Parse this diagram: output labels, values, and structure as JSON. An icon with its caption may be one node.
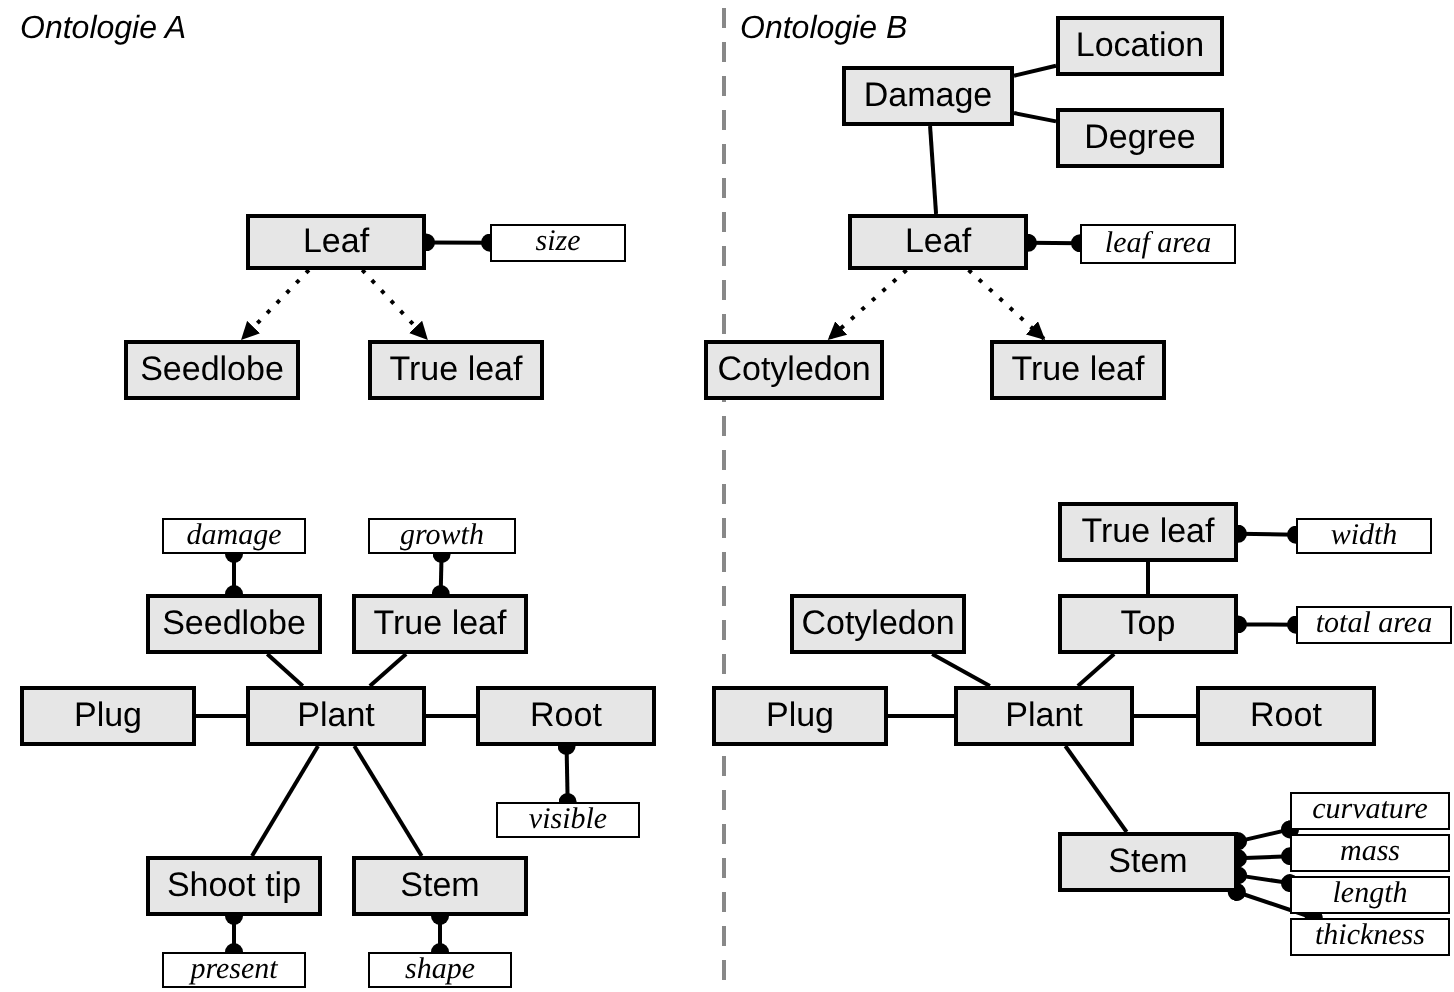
{
  "diagram": {
    "nodes": [
      {
        "text": [
          "Damage"
        ]
      },
      {
        "text": [
          "Location"
        ]
      },
      {
        "text": [
          "Degree"
        ]
      },
      {
        "text": [
          "Leaf"
        ]
      },
      {
        "text": [
          "size"
        ]
      },
      {
        "text": [
          "Leaf"
        ]
      },
      {
        "text": [
          "leaf area"
        ]
      },
      {
        "text": [
          "Seedlobe"
        ]
      },
      {
        "text": [
          "True leaf"
        ]
      },
      {
        "text": [
          "Cotyledon"
        ]
      },
      {
        "text": [
          "True leaf"
        ]
      },
      {
        "text": [
          "damage"
        ]
      },
      {
        "text": [
          "growth"
        ]
      },
      {
        "text": [
          "True leaf"
        ]
      },
      {
        "text": [
          "width"
        ]
      },
      {
        "text": [
          "Seedlobe"
        ]
      },
      {
        "text": [
          "True leaf"
        ]
      },
      {
        "text": [
          "Cotyledon"
        ]
      },
      {
        "text": [
          "Top"
        ]
      },
      {
        "text": [
          "total area"
        ]
      },
      {
        "text": [
          "Plug"
        ]
      },
      {
        "text": [
          "Plant"
        ]
      },
      {
        "text": [
          "Root"
        ]
      },
      {
        "text": [
          "Plug"
        ]
      },
      {
        "text": [
          "Plant"
        ]
      },
      {
        "text": [
          "Root"
        ]
      },
      {
        "text": [
          "visible"
        ]
      },
      {
        "text": [
          "Shoot tip"
        ]
      },
      {
        "text": [
          "Stem"
        ]
      },
      {
        "text": [
          "curvature"
        ]
      },
      {
        "text": [
          "Stem"
        ]
      },
      {
        "text": [
          "mass"
        ]
      },
      {
        "text": [
          "length"
        ]
      },
      {
        "text": [
          "thickness"
        ]
      },
      {
        "text": [
          "present"
        ]
      },
      {
        "text": [
          "shape"
        ]
      }
    ],
    "edges": [
      {
        "from": 0,
        "to": 1,
        "arrow": "none"
      },
      {
        "from": 0,
        "to": 2,
        "arrow": "none"
      },
      {
        "from": 0,
        "to": 5,
        "arrow": "none"
      },
      {
        "from": 3,
        "to": 4,
        "arrow": "other"
      },
      {
        "from": 5,
        "to": 6,
        "arrow": "other"
      },
      {
        "from": 3,
        "to": 7,
        "arrow": "to",
        "style": "dashed"
      },
      {
        "from": 3,
        "to": 8,
        "arrow": "to",
        "style": "dashed"
      },
      {
        "from": 5,
        "to": 9,
        "arrow": "to",
        "style": "dashed"
      },
      {
        "from": 5,
        "to": 10,
        "arrow": "to",
        "style": "dashed"
      },
      {
        "from": 11,
        "to": 15,
        "arrow": "other"
      },
      {
        "from": 12,
        "to": 16,
        "arrow": "other"
      },
      {
        "from": 13,
        "to": 14,
        "arrow": "other"
      },
      {
        "from": 13,
        "to": 18,
        "arrow": "none"
      },
      {
        "from": 18,
        "to": 19,
        "arrow": "other"
      },
      {
        "from": 21,
        "to": 15,
        "arrow": "none"
      },
      {
        "from": 21,
        "to": 16,
        "arrow": "none"
      },
      {
        "from": 21,
        "to": 20,
        "arrow": "none"
      },
      {
        "from": 21,
        "to": 22,
        "arrow": "none"
      },
      {
        "from": 22,
        "to": 26,
        "arrow": "other"
      },
      {
        "from": 21,
        "to": 27,
        "arrow": "none"
      },
      {
        "from": 21,
        "to": 28,
        "arrow": "none"
      },
      {
        "from": 27,
        "to": 34,
        "arrow": "other"
      },
      {
        "from": 28,
        "to": 35,
        "arrow": "other"
      },
      {
        "from": 24,
        "to": 17,
        "arrow": "none"
      },
      {
        "from": 24,
        "to": 18,
        "arrow": "none"
      },
      {
        "from": 24,
        "to": 23,
        "arrow": "none"
      },
      {
        "from": 24,
        "to": 25,
        "arrow": "none"
      },
      {
        "from": 24,
        "to": 30,
        "arrow": "none"
      },
      {
        "from": 30,
        "to": 29,
        "arrow": "other"
      },
      {
        "from": 30,
        "to": 31,
        "arrow": "other"
      },
      {
        "from": 30,
        "to": 32,
        "arrow": "other"
      },
      {
        "from": 30,
        "to": 33,
        "arrow": "other"
      }
    ],
    "labels": [
      "Ontologie A",
      "Ontologie B"
    ]
  }
}
